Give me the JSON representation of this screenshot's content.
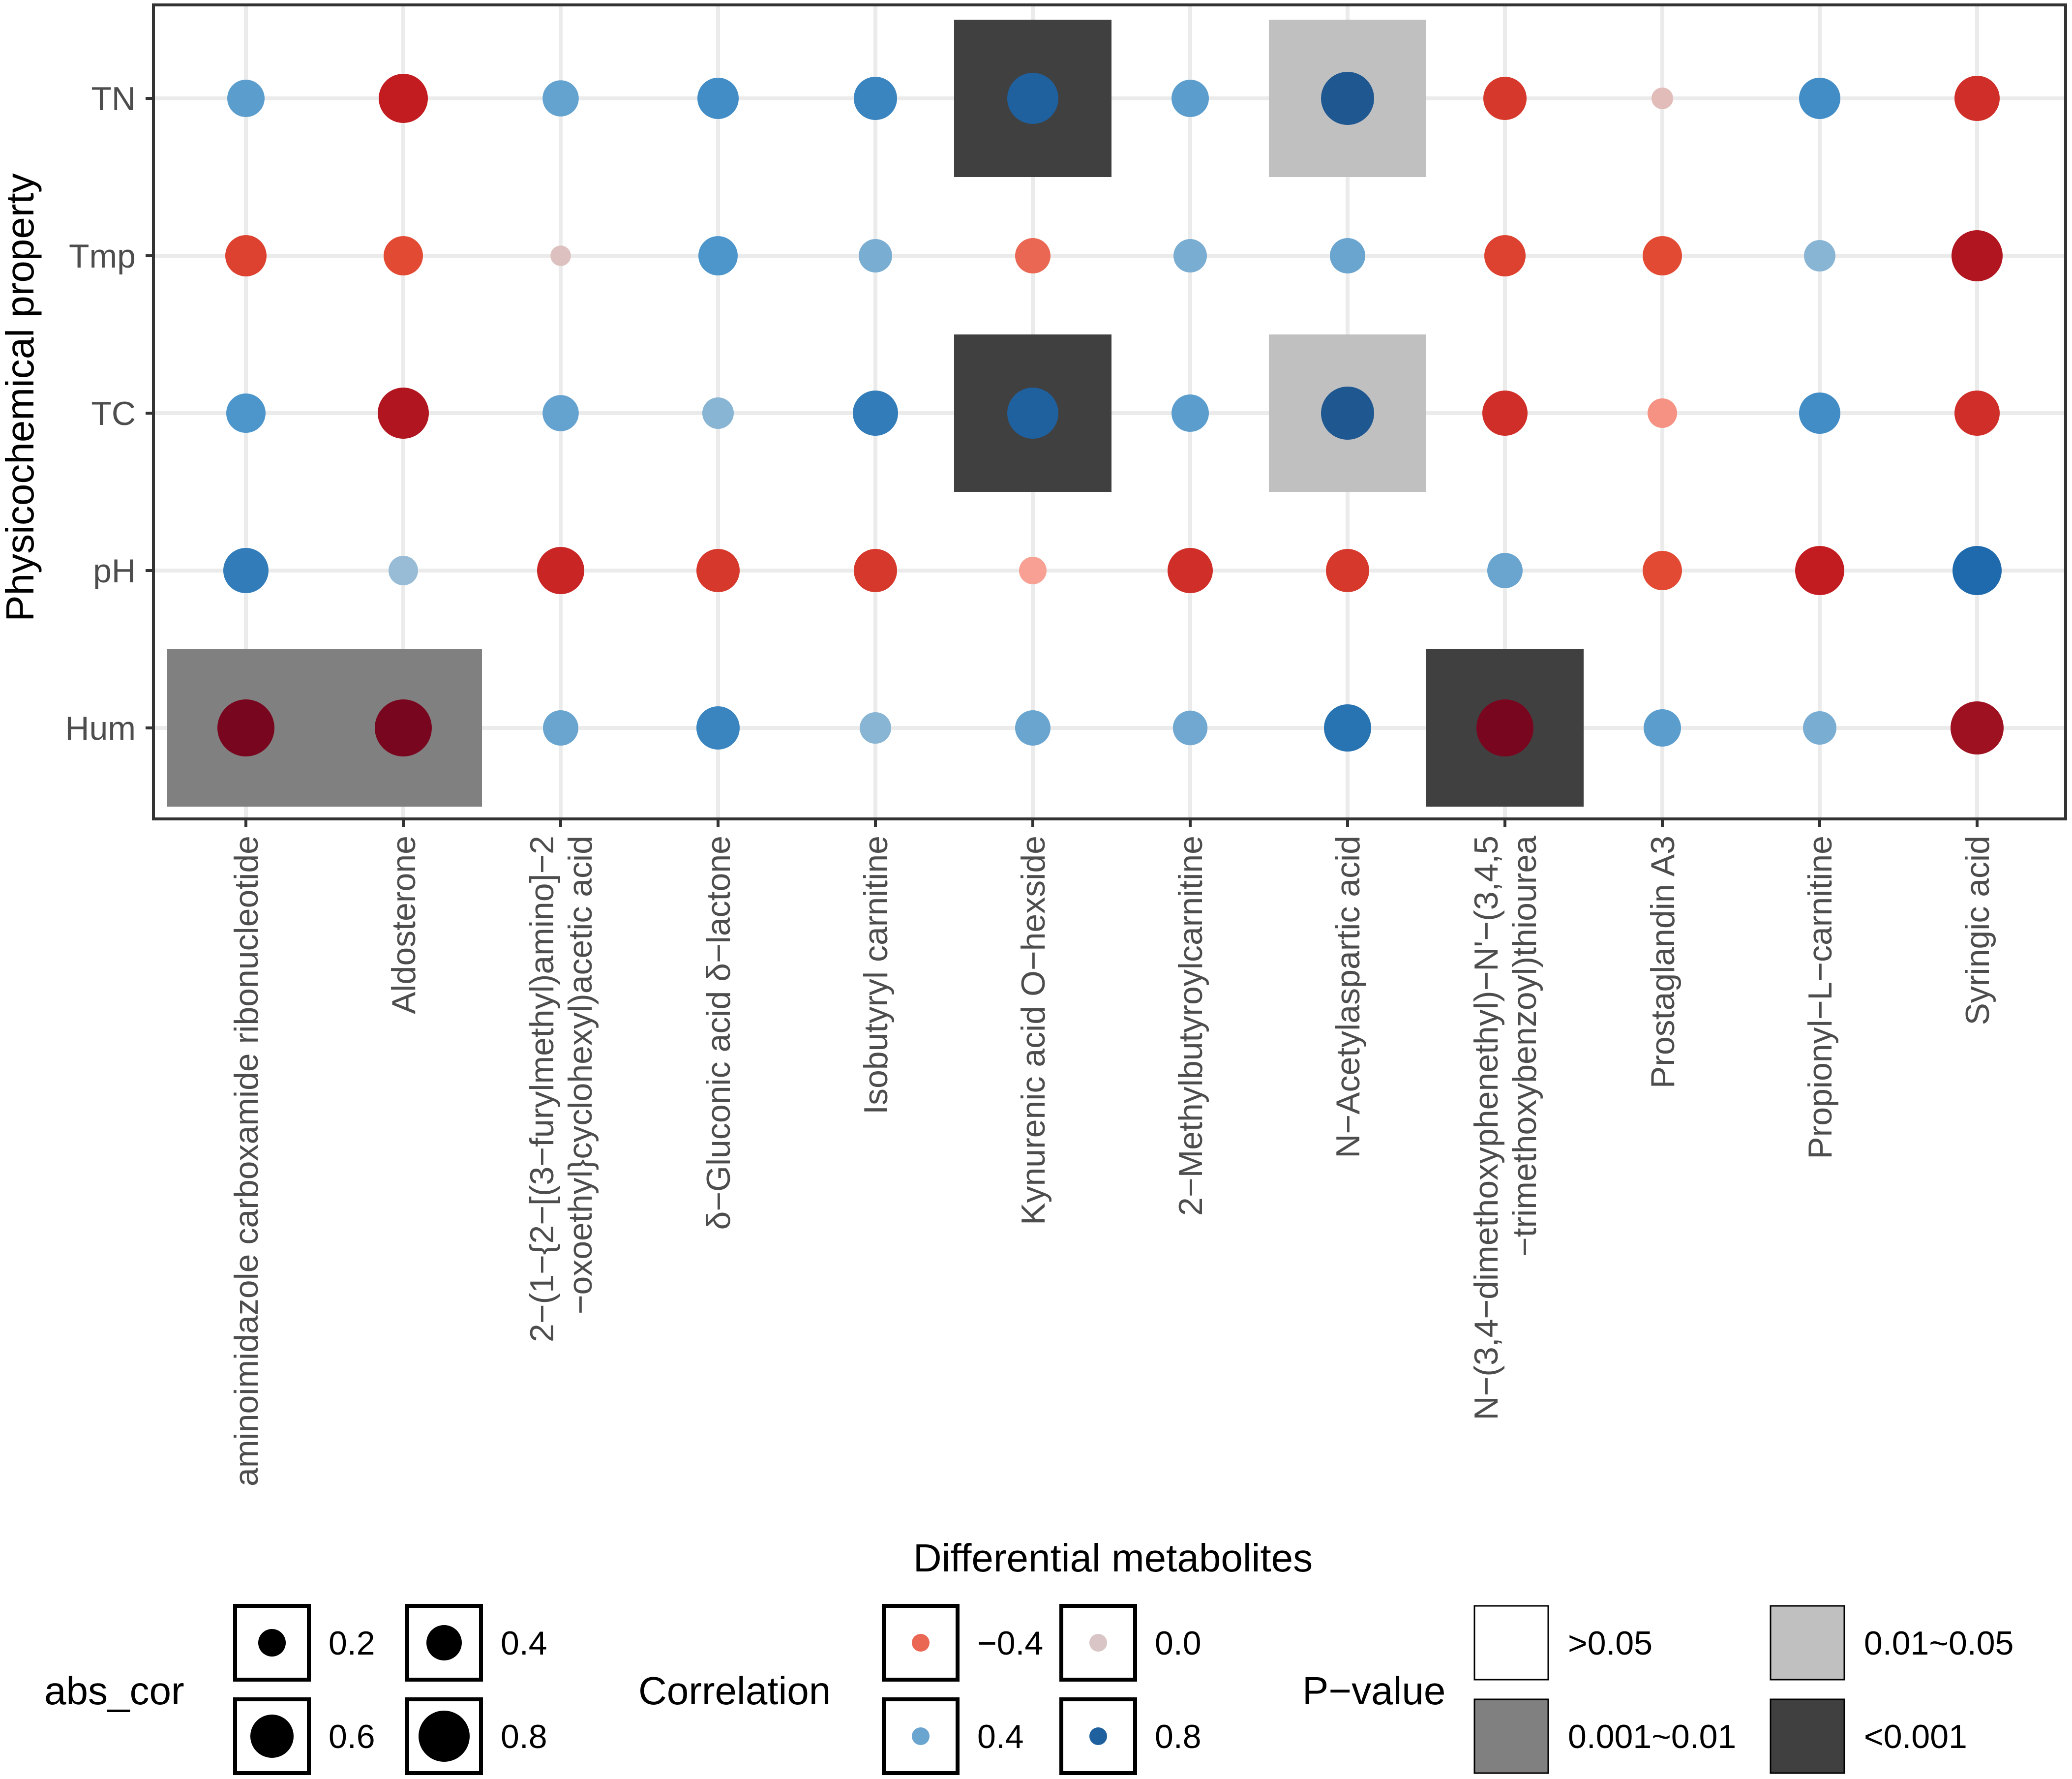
{
  "chart_data": {
    "type": "heatmap",
    "title": "",
    "xlabel": "Differential metabolites",
    "ylabel": "Physicochemical property",
    "grid": true,
    "rows": [
      "TN",
      "Tmp",
      "TC",
      "pH",
      "Hum"
    ],
    "columns": [
      [
        "aminoimidazole carboxamide ribonucleotide"
      ],
      [
        "Aldosterone"
      ],
      [
        "2−(1−{2−[(3−furylmethyl)amino]−2",
        "−oxoethyl}cyclohexyl)acetic acid"
      ],
      [
        "δ−Gluconic acid δ−lactone"
      ],
      [
        "Isobutyryl carnitine"
      ],
      [
        "Kynurenic acid O−hexside"
      ],
      [
        "2−Methylbutyroylcarnitine"
      ],
      [
        "N−Acetylaspartic acid"
      ],
      [
        "N−(3,4−dimethoxyphenethyl)−N'−(3,4,5",
        "−trimethoxybenzoyl)thiourea"
      ],
      [
        "Prostaglandin A3"
      ],
      [
        "Propionyl−L−carnitine"
      ],
      [
        "Syringic acid"
      ]
    ],
    "correlation": [
      [
        0.45,
        -0.75,
        0.42,
        0.55,
        0.6,
        0.8,
        0.45,
        0.85,
        -0.6,
        -0.05,
        0.55,
        -0.65
      ],
      [
        -0.55,
        -0.5,
        -0.02,
        0.5,
        0.35,
        -0.4,
        0.35,
        0.4,
        -0.55,
        -0.5,
        0.3,
        -0.8
      ],
      [
        0.5,
        -0.8,
        0.42,
        0.3,
        0.65,
        0.8,
        0.45,
        0.85,
        -0.65,
        -0.25,
        0.55,
        -0.65
      ],
      [
        0.65,
        0.25,
        -0.7,
        -0.6,
        -0.6,
        -0.2,
        -0.65,
        -0.6,
        0.4,
        -0.5,
        -0.75,
        0.75
      ],
      [
        -0.95,
        -0.95,
        0.4,
        0.6,
        0.3,
        0.4,
        0.38,
        0.7,
        -0.95,
        0.45,
        0.35,
        -0.85
      ]
    ],
    "p_value": [
      [
        ">0.05",
        ">0.05",
        ">0.05",
        ">0.05",
        ">0.05",
        "<0.001",
        ">0.05",
        "0.01~0.05",
        ">0.05",
        ">0.05",
        ">0.05",
        ">0.05"
      ],
      [
        ">0.05",
        ">0.05",
        ">0.05",
        ">0.05",
        ">0.05",
        ">0.05",
        ">0.05",
        ">0.05",
        ">0.05",
        ">0.05",
        ">0.05",
        ">0.05"
      ],
      [
        ">0.05",
        ">0.05",
        ">0.05",
        ">0.05",
        ">0.05",
        "<0.001",
        ">0.05",
        "0.01~0.05",
        ">0.05",
        ">0.05",
        ">0.05",
        ">0.05"
      ],
      [
        ">0.05",
        ">0.05",
        ">0.05",
        ">0.05",
        ">0.05",
        ">0.05",
        ">0.05",
        ">0.05",
        ">0.05",
        ">0.05",
        ">0.05",
        ">0.05"
      ],
      [
        "0.001~0.01",
        "0.001~0.01",
        ">0.05",
        ">0.05",
        ">0.05",
        ">0.05",
        ">0.05",
        ">0.05",
        "<0.001",
        ">0.05",
        ">0.05",
        ">0.05"
      ]
    ],
    "legend": {
      "placement": "bottom",
      "abs_cor": {
        "title": "abs_cor",
        "breaks": [
          0.2,
          0.4,
          0.6,
          0.8
        ],
        "labels": [
          "0.2",
          "0.4",
          "0.6",
          "0.8"
        ]
      },
      "correlation": {
        "title": "Correlation",
        "breaks": [
          -0.4,
          0.0,
          0.4,
          0.8
        ],
        "labels": [
          "−0.4",
          "0.0",
          "0.4",
          "0.8"
        ]
      },
      "p_value": {
        "title": "P−value",
        "levels": [
          ">0.05",
          "0.01~0.05",
          "0.001~0.01",
          "<0.001"
        ],
        "fills": {
          ">0.05": "#ffffff",
          "0.01~0.05": "#c0c0c0",
          "0.001~0.01": "#808080",
          "<0.001": "#404040"
        }
      }
    }
  }
}
